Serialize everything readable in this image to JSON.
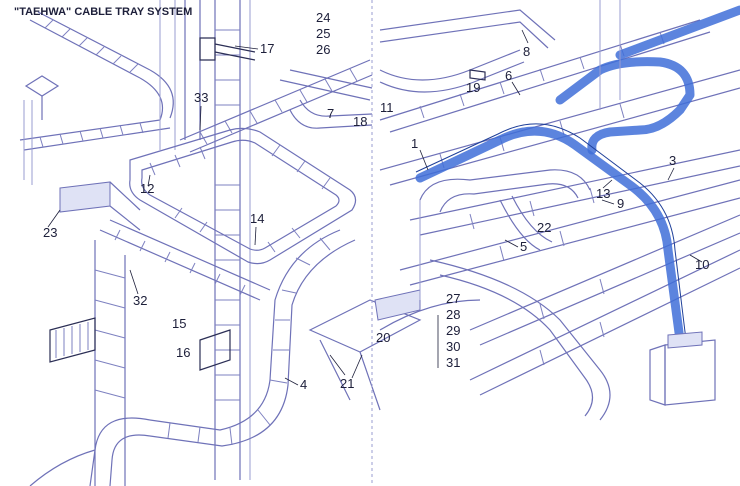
{
  "title": "\"TAEHWA\" CABLE TRAY SYSTEM",
  "part_numbers": [
    "1",
    "3",
    "4",
    "5",
    "6",
    "7",
    "8",
    "9",
    "10",
    "11",
    "12",
    "13",
    "14",
    "15",
    "16",
    "17",
    "18",
    "19",
    "20",
    "21",
    "22",
    "23",
    "24",
    "25",
    "26",
    "27",
    "28",
    "29",
    "30",
    "31",
    "32",
    "33"
  ],
  "colors": {
    "tray_line": "#6f72b8",
    "highlight_route": "#3f6fd8",
    "label_text": "#1d1f3a"
  }
}
